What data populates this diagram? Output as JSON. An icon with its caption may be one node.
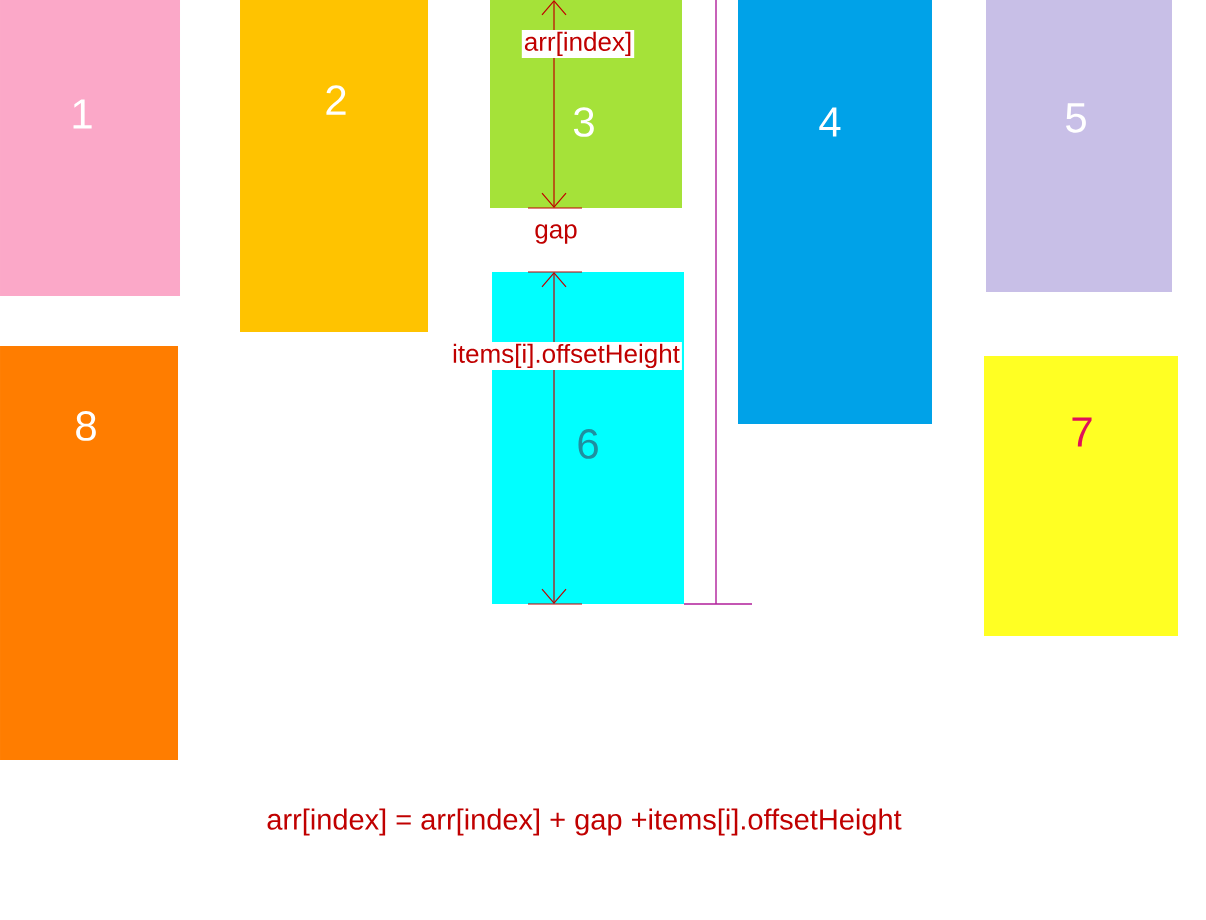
{
  "diagram": {
    "nodes": [
      {
        "text": [
          "1"
        ]
      },
      {
        "text": [
          "2"
        ]
      },
      {
        "text": [
          "3"
        ]
      },
      {
        "text": [
          "4"
        ]
      },
      {
        "text": [
          "5"
        ]
      },
      {
        "text": [
          "6"
        ]
      },
      {
        "text": [
          "7"
        ]
      },
      {
        "text": [
          "8"
        ]
      }
    ],
    "labels": [
      "arr[index]",
      "gap",
      "items[i].offsetHeight",
      "arr[index] = arr[index] + gap +items[i].offsetHeight"
    ]
  }
}
